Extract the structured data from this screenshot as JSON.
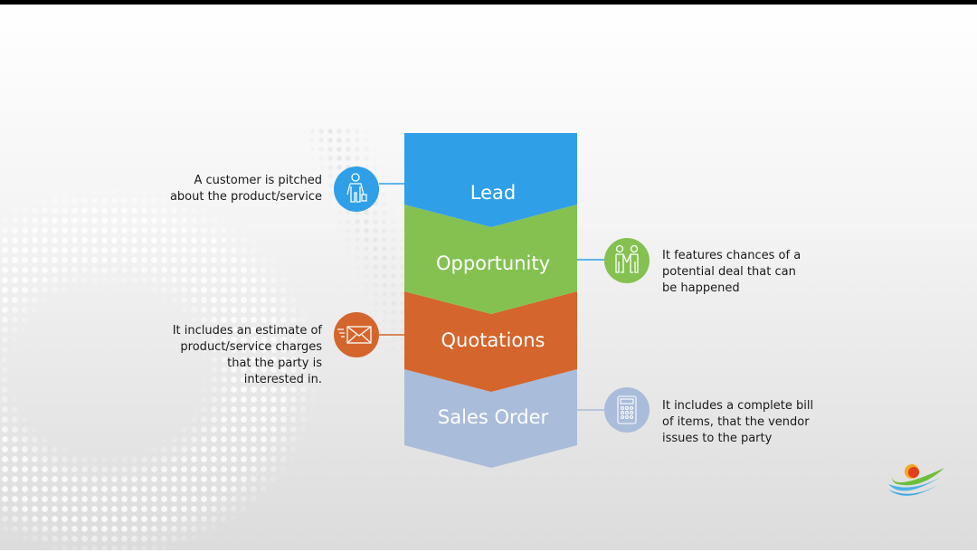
{
  "stages": [
    {
      "label": "Lead",
      "color": "#2f9fe8",
      "icon": "person-with-bag-icon",
      "description": [
        "A customer is pitched",
        "about the product/service"
      ]
    },
    {
      "label": "Opportunity",
      "color": "#84c151",
      "icon": "handshake-icon",
      "description": [
        "It features chances of a",
        "potential deal that can",
        "be happened"
      ]
    },
    {
      "label": "Quotations",
      "color": "#d4652c",
      "icon": "envelope-icon",
      "description": [
        "It includes an estimate of",
        "product/service charges",
        "that the party is",
        "interested in."
      ]
    },
    {
      "label": "Sales Order",
      "color": "#a9bcd9",
      "icon": "calculator-icon",
      "description": [
        "It includes a complete bill",
        "of items, that the vendor",
        "issues to the party"
      ]
    }
  ]
}
